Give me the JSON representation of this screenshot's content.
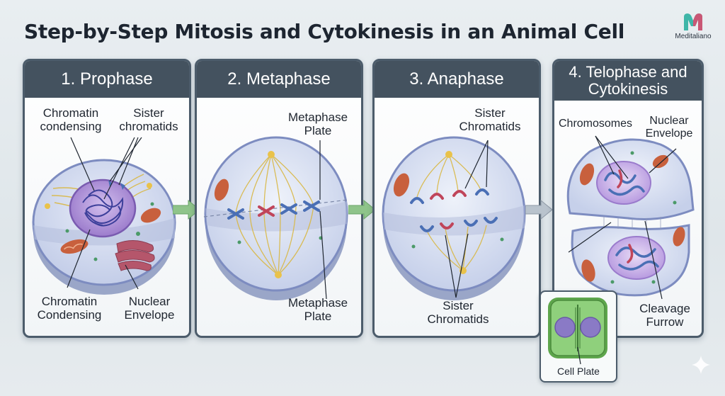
{
  "title": "Step-by-Step Mitosis and Cytokinesis in an Animal Cell",
  "brand": {
    "name": "Meditaliano",
    "logo_icon": "m-logo-icon"
  },
  "colors": {
    "panel_header": "#44525f",
    "panel_border": "#4c5c6b",
    "cell_membrane": "#7d8cc0",
    "chromatid_blue": "#4a6fb5",
    "chromatid_red": "#c0455a",
    "spindle": "#d9b845",
    "mitochondria": "#c8603d",
    "nucleus": "#9c7ccc",
    "arrow": "#8fc48a",
    "cell_plate_green": "#6dbf5c"
  },
  "panels": [
    {
      "title": "1. Prophase",
      "labels": {
        "top_left": "Chromatin\ncondensing",
        "top_right": "Sister\nchromatids",
        "bottom_left": "Chromatin\nCondensing",
        "bottom_right": "Nuclear\nEnvelope"
      }
    },
    {
      "title": "2. Metaphase",
      "labels": {
        "top": "Metaphase\nPlate",
        "bottom": "Metaphase\nPlate"
      }
    },
    {
      "title": "3. Anaphase",
      "labels": {
        "top": "Sister\nChromatids",
        "bottom": "Sister\nChromatids"
      }
    },
    {
      "title": "4. Telophase and\nCytokinesis",
      "labels": {
        "top_left": "Chromosomes",
        "top_right": "Nuclear\nEnvelope",
        "bottom_right": "Cleavage\nFurrow"
      },
      "inset_label": "Cell Plate"
    }
  ]
}
